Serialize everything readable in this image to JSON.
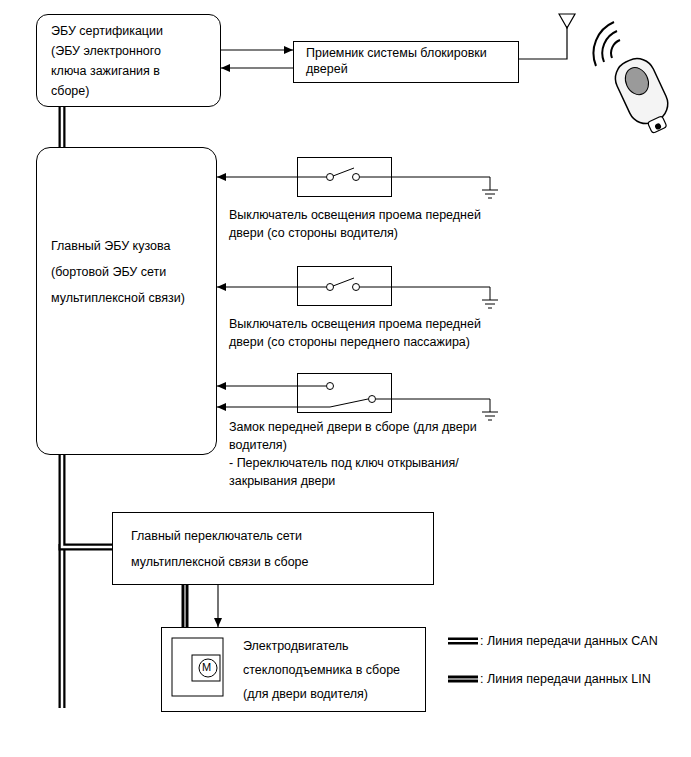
{
  "diagram": {
    "nodes": [
      {
        "text": [
          "ЭБУ сертификации (ЭБУ электронного ключа зажигания в сборе)"
        ]
      },
      {
        "text": [
          "Приемник системы блокировки дверей"
        ]
      },
      {
        "text": [
          "Главный ЭБУ кузова (бортовой ЭБУ сети мультиплексной связи)"
        ]
      },
      {
        "text": [
          "Выключатель освещения проема передней двери (со стороны водителя)"
        ]
      },
      {
        "text": [
          "Выключатель освещения проема передней двери (со стороны переднего пассажира)"
        ]
      },
      {
        "text": [
          "Замок передней двери в сборе (для двери водителя)",
          "- Переключатель под ключ открывания/ закрывания двери"
        ]
      },
      {
        "text": [
          "Главный переключатель сети мультиплексной связи в сборе"
        ]
      },
      {
        "text": [
          "Электродвигатель стеклоподъемника в сборе (для двери водителя)"
        ]
      }
    ],
    "edges": [
      {
        "from": 0,
        "to": 1,
        "arrow": "to"
      },
      {
        "from": 1,
        "to": 0,
        "arrow": "to"
      },
      {
        "from": 0,
        "to": 2,
        "arrow": "none"
      },
      {
        "from": 3,
        "to": 2,
        "arrow": "to"
      },
      {
        "from": 4,
        "to": 2,
        "arrow": "to"
      },
      {
        "from": 5,
        "to": 2,
        "arrow": "to"
      },
      {
        "from": 5,
        "to": 2,
        "arrow": "to"
      },
      {
        "from": 2,
        "to": 6,
        "arrow": "none"
      },
      {
        "from": 6,
        "to": 7,
        "arrow": "none"
      },
      {
        "from": 6,
        "to": 7,
        "arrow": "to"
      }
    ],
    "labels": [
      "M"
    ],
    "legend": [
      {
        "text": ": Линия передачи данных CAN"
      },
      {
        "text": ": Линия передачи данных LIN"
      }
    ]
  }
}
